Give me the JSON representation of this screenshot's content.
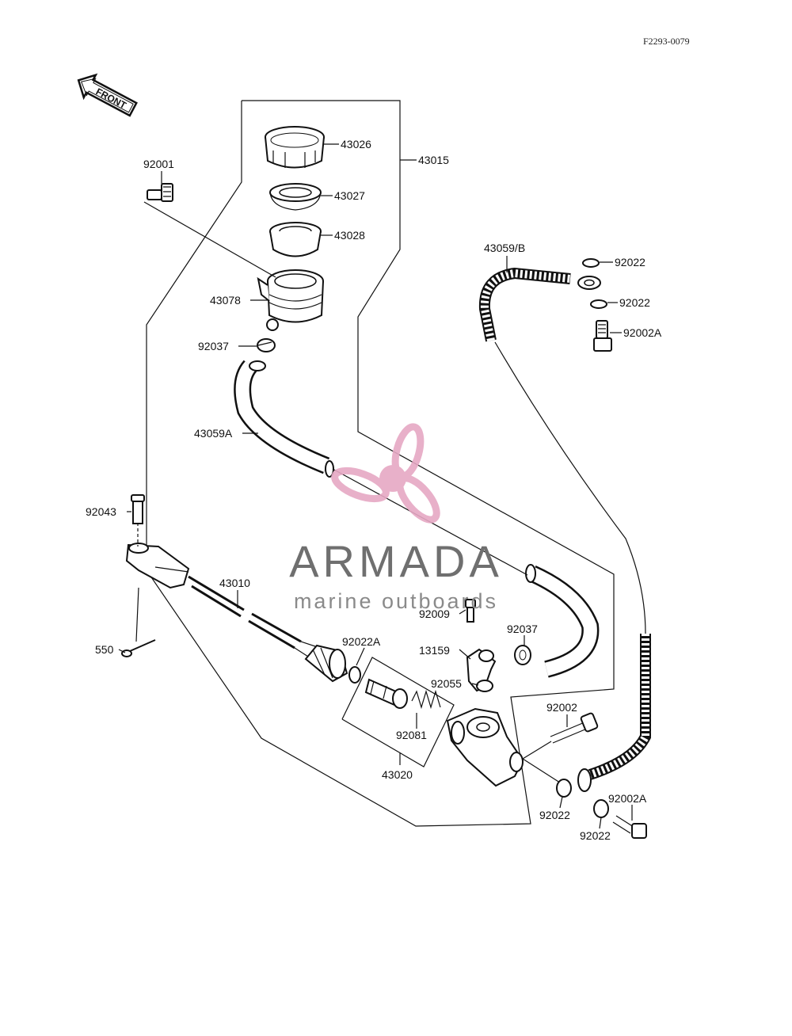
{
  "document_id": "F2293-0079",
  "front_label": "FRONT",
  "watermark": {
    "brand": "ARMADA",
    "tagline": "marine outboards",
    "colors": {
      "logo": "#e6a8c4",
      "text": "#6f6f6f"
    }
  },
  "parts": [
    {
      "key": "p43026",
      "label": "43026"
    },
    {
      "key": "p43015",
      "label": "43015"
    },
    {
      "key": "p92001",
      "label": "92001"
    },
    {
      "key": "p43027",
      "label": "43027"
    },
    {
      "key": "p43028",
      "label": "43028"
    },
    {
      "key": "p43059b",
      "label": "43059/B"
    },
    {
      "key": "p92022a",
      "label": "92022"
    },
    {
      "key": "p92022b",
      "label": "92022"
    },
    {
      "key": "p92002a_top",
      "label": "92002A"
    },
    {
      "key": "p43078",
      "label": "43078"
    },
    {
      "key": "p92037a",
      "label": "92037"
    },
    {
      "key": "p43059a",
      "label": "43059A"
    },
    {
      "key": "p92043",
      "label": "92043"
    },
    {
      "key": "p43010",
      "label": "43010"
    },
    {
      "key": "p92009",
      "label": "92009"
    },
    {
      "key": "p92037b",
      "label": "92037"
    },
    {
      "key": "p550",
      "label": "550"
    },
    {
      "key": "p92022A",
      "label": "92022A"
    },
    {
      "key": "p13159",
      "label": "13159"
    },
    {
      "key": "p92055",
      "label": "92055"
    },
    {
      "key": "p92002",
      "label": "92002"
    },
    {
      "key": "p92081",
      "label": "92081"
    },
    {
      "key": "p43020",
      "label": "43020"
    },
    {
      "key": "p92002a_bot",
      "label": "92002A"
    },
    {
      "key": "p92022c",
      "label": "92022"
    },
    {
      "key": "p92022d",
      "label": "92022"
    }
  ]
}
